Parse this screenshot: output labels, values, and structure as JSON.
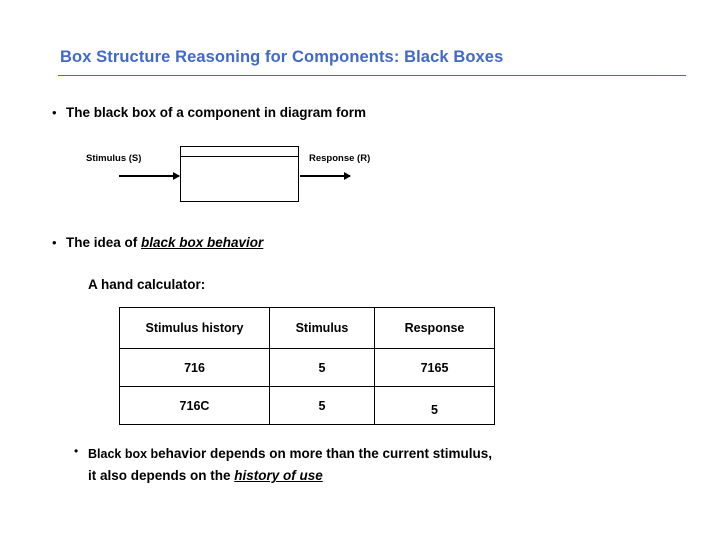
{
  "slide": {
    "title": "Box Structure Reasoning for Components: Black Boxes",
    "accent_color": "#4169C8",
    "rule_color": "#4a6bb0",
    "background_color": "#ffffff",
    "text_color": "#000000"
  },
  "bullets": {
    "bullet_marker": "•",
    "first": {
      "text": "The black box of a component in diagram form"
    },
    "second": {
      "lead": "The idea of ",
      "emphasis": "black box behavior"
    },
    "third": {
      "lead": "Black box b",
      "line1_rest": "ehavior depends on more than the current stimulus,",
      "line2_lead": "it also depends on the ",
      "line2_emphasis": "history of use"
    }
  },
  "diagram": {
    "stimulus_label": "Stimulus (S)",
    "response_label": "Response (R)",
    "box_fill": "#ffffff",
    "line_color": "#000000"
  },
  "subheading": "A hand calculator:",
  "table": {
    "headers": [
      "Stimulus history",
      "Stimulus",
      "Response"
    ],
    "rows": [
      [
        "716",
        "5",
        "7165"
      ],
      [
        "716C",
        "5",
        "5"
      ]
    ]
  }
}
